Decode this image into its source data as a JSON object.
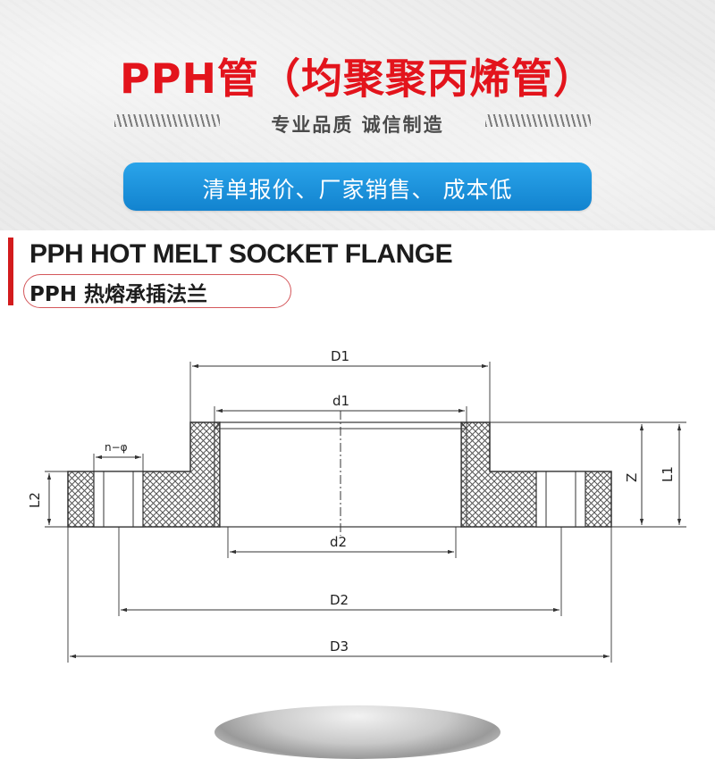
{
  "banner": {
    "title": "PPH管（均聚聚丙烯管）",
    "subtitle": "专业品质 诚信制造",
    "pill_text": "清单报价、厂家销售、 成本低"
  },
  "section": {
    "title_en": "PPH HOT MELT SOCKET FLANGE",
    "title_cn": "PPH 热熔承插法兰"
  },
  "diagram": {
    "labels": {
      "D1": "D1",
      "d1": "d1",
      "n_phi": "n−φ",
      "L2": "L2",
      "Z": "Z",
      "L1": "L1",
      "d2": "d2",
      "D2": "D2",
      "D3": "D3"
    }
  },
  "colors": {
    "title_red": "#e3141c",
    "pill_blue": "#1a92dc",
    "accent_bar": "#d31b1d"
  }
}
